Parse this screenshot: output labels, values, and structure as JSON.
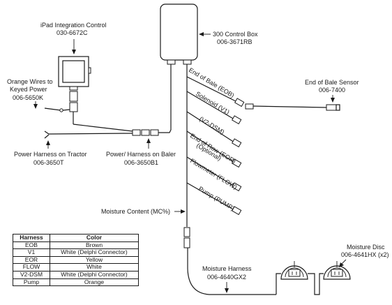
{
  "labels": {
    "ipad_title": "iPad Integration Control",
    "ipad_part": "030-6672C",
    "control_box_title": "300 Control Box",
    "control_box_part": "006-3671RB",
    "orange_wires_l1": "Orange Wires to",
    "orange_wires_l2": "Keyed Power",
    "orange_wires_part": "006-5650K",
    "power_tractor_title": "Power Harness on Tractor",
    "power_tractor_part": "006-3650T",
    "power_baler_title": "Power/ Harness on Baler",
    "power_baler_part": "006-3650B1",
    "eob_sensor_title": "End of Bale Sensor",
    "eob_sensor_part": "006-7400",
    "moisture_content": "Moisture Content (MC%)",
    "moisture_harness_title": "Moisture Harness",
    "moisture_harness_part": "006-4640GX2",
    "moisture_disc_title": "Moisture Disc",
    "moisture_disc_part": "006-4641HX (x2)"
  },
  "branches": [
    {
      "label": "End of Bale (EOB)",
      "sublabel": ""
    },
    {
      "label": "Solenoid (V1)",
      "sublabel": ""
    },
    {
      "label": "(V2-DSM)",
      "sublabel": ""
    },
    {
      "label": "End of Row (EOR)",
      "sublabel": "(Optional)"
    },
    {
      "label": "Flowmeter (FLOW)",
      "sublabel": ""
    },
    {
      "label": "Pump (PUMP)",
      "sublabel": ""
    }
  ],
  "legend": {
    "headers": [
      "Harness",
      "Color"
    ],
    "rows": [
      [
        "EOB",
        "Brown"
      ],
      [
        "V1",
        "White (Delphi Connector)"
      ],
      [
        "EOR",
        "Yellow"
      ],
      [
        "FLOW",
        "White"
      ],
      [
        "V2-DSM",
        "White (Delphi Connector)"
      ],
      [
        "Pump",
        "Orange"
      ]
    ]
  }
}
